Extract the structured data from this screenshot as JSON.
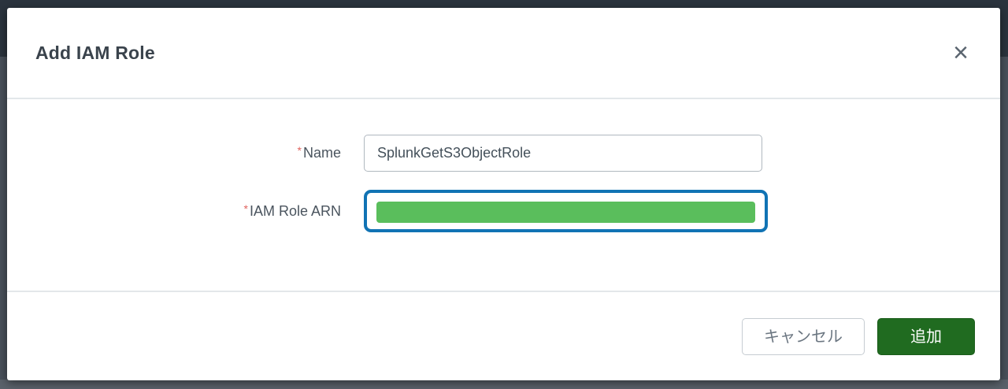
{
  "dialog": {
    "title": "Add IAM Role",
    "close_icon": "×"
  },
  "form": {
    "fields": [
      {
        "label": "Name",
        "required_marker": "*",
        "value": "SplunkGetS3ObjectRole"
      },
      {
        "label": "IAM Role ARN",
        "required_marker": "*",
        "value": "",
        "state": "focused, value shown as green selection highlight"
      }
    ]
  },
  "footer": {
    "cancel_label": "キャンセル",
    "submit_label": "追加"
  },
  "colors": {
    "focus_border_blue": "#1173b4",
    "value_highlight_green": "#5abe5c",
    "submit_button_green": "#206b20",
    "required_asterisk_red": "#e0635e",
    "backdrop_top": "#2b343e",
    "backdrop_base": "#49515b"
  }
}
